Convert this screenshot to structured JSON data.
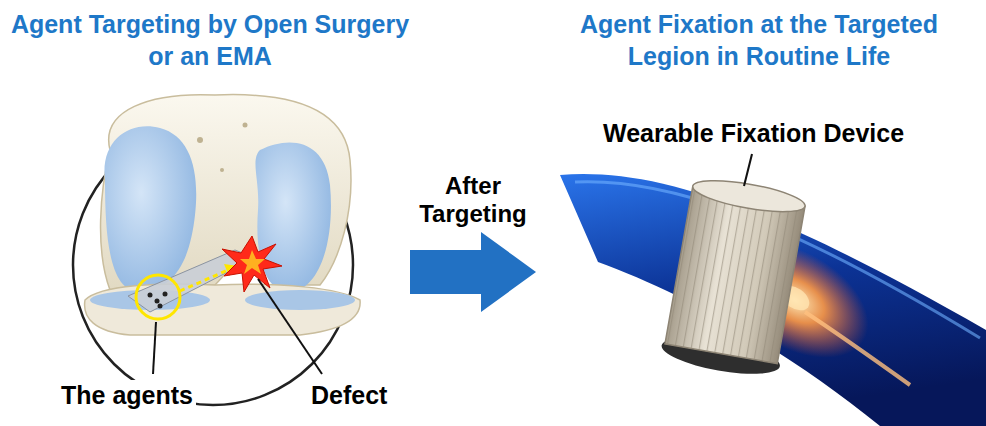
{
  "diagram": {
    "nodes": [
      {
        "text": [
          "Agent Targeting by Open Surgery or an EMA"
        ]
      },
      {
        "text": [
          "Agent Fixation at the Targeted Legion in Routine Life"
        ]
      }
    ],
    "edges": [
      {
        "from": 0,
        "to": 1,
        "arrow": "to",
        "label": "After Targeting"
      }
    ],
    "labels": [
      "The agents",
      "Defect",
      "Wearable Fixation Device"
    ]
  }
}
